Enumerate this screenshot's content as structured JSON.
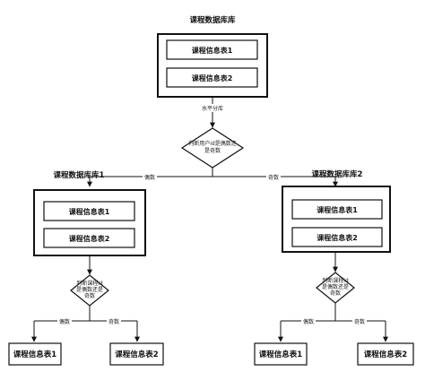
{
  "top_db": {
    "title": "课程数据库库",
    "tables": [
      "课程信息表1",
      "课程信息表2"
    ]
  },
  "top_edge_label": "水平分库",
  "decision_top": {
    "lines": [
      "判断用户id是偶数还",
      "是奇数"
    ]
  },
  "left_db": {
    "title": "课程数据库库1",
    "tables": [
      "课程信息表1",
      "课程信息表2"
    ],
    "edge_label": "偶数"
  },
  "right_db": {
    "title": "课程数据库库2",
    "tables": [
      "课程信息表1",
      "课程信息表2"
    ],
    "edge_label": "奇数"
  },
  "decision_left": {
    "lines": [
      "判断课程id",
      "是偶数还是",
      "奇数"
    ],
    "even_label": "偶数",
    "odd_label": "奇数"
  },
  "decision_right": {
    "lines": [
      "判断课程id",
      "是偶数还是",
      "奇数"
    ],
    "even_label": "偶数",
    "odd_label": "奇数"
  },
  "leaves_left": [
    "课程信息表1",
    "课程信息表2"
  ],
  "leaves_right": [
    "课程信息表1",
    "课程信息表2"
  ]
}
